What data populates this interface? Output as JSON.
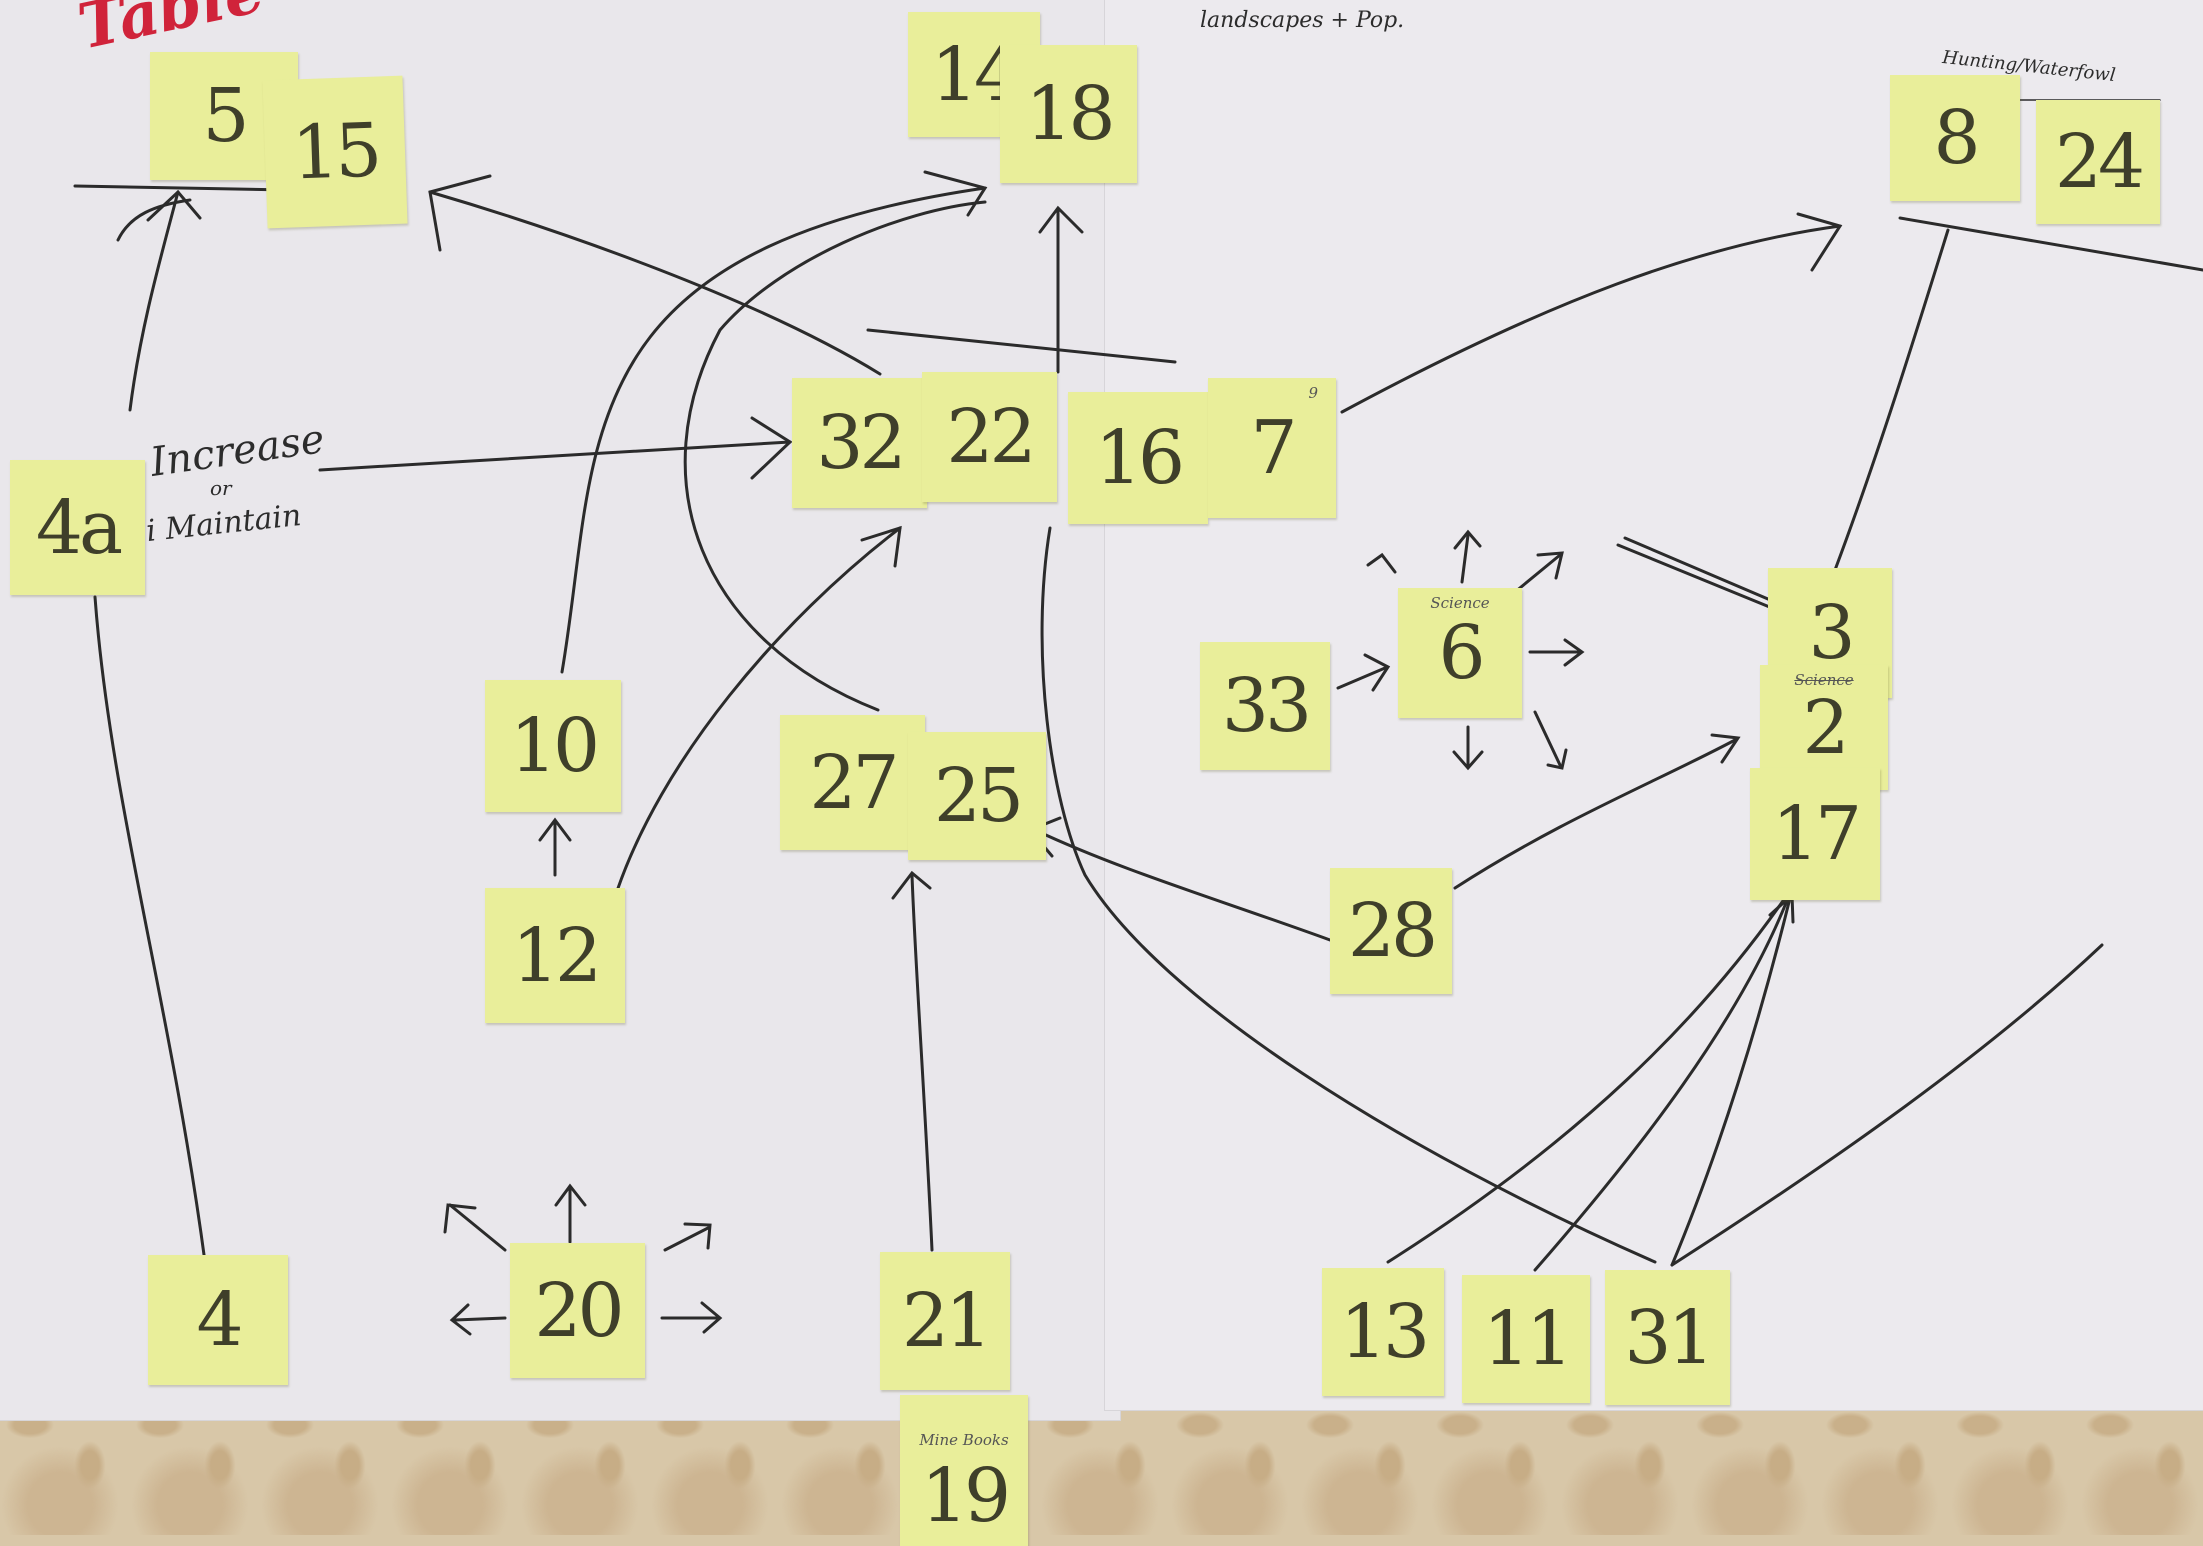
{
  "header": {
    "title": "Table",
    "landscapes_note": "landscapes + Pop.",
    "hunting_note": "Hunting/Waterfowl"
  },
  "annotations": {
    "increase": "Increase",
    "or": "or",
    "maintain": "i Maintain"
  },
  "notes": {
    "n5": "5",
    "n15": "15",
    "n14": "14",
    "n18": "18",
    "n8": "8",
    "n24": "24",
    "n4a": "4a",
    "n32": "32",
    "n22": "22",
    "n16": "16",
    "n7": "7",
    "n7_small": "9",
    "n33": "33",
    "n6": "6",
    "n6_sub": "Science",
    "n3": "3",
    "n2": "2",
    "n2_sub": "Science",
    "n17": "17",
    "n10": "10",
    "n12": "12",
    "n27": "27",
    "n25": "25",
    "n28": "28",
    "n4": "4",
    "n20": "20",
    "n21": "21",
    "n19": "19",
    "n19_sub": "Mine Books",
    "n13": "13",
    "n11": "11",
    "n31": "31"
  },
  "colors": {
    "note": "#e9ee9a",
    "ink": "#2a2a2a",
    "title_ink": "#d0233a",
    "paper": "#ebe9ed"
  }
}
